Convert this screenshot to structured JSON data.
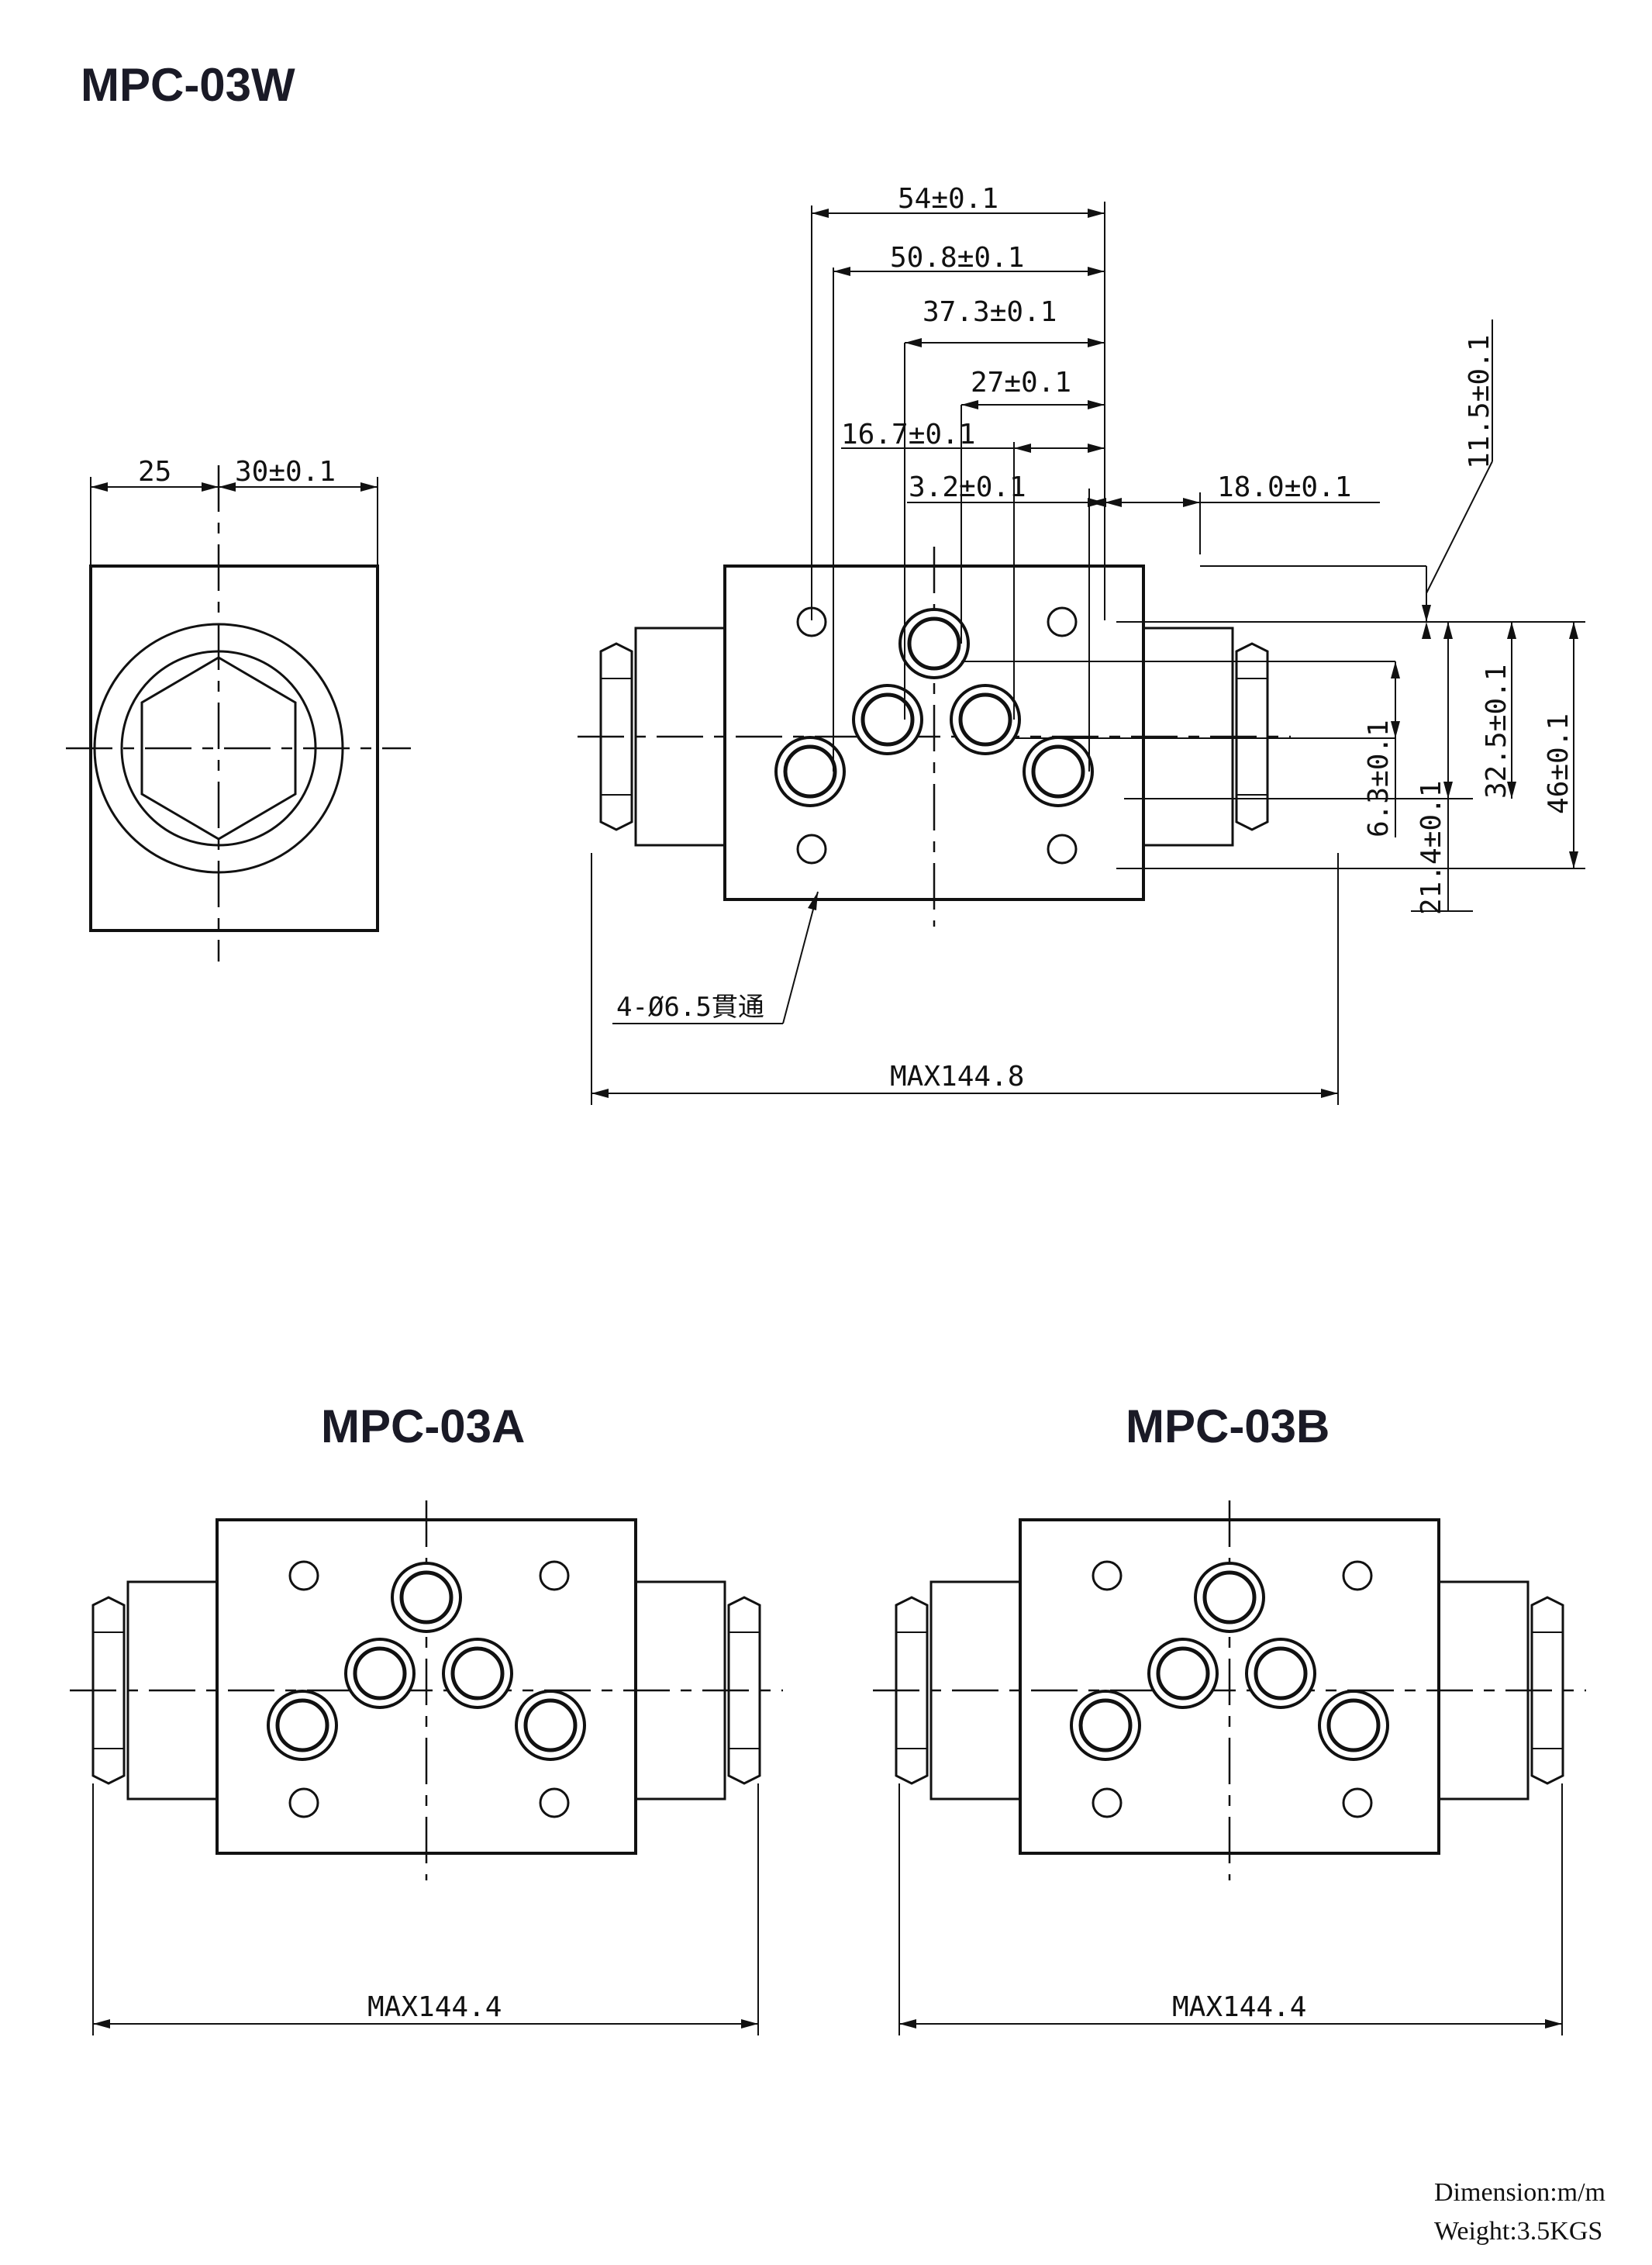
{
  "titles": {
    "top": "MPC-03W",
    "bottom_left": "MPC-03A",
    "bottom_right": "MPC-03B"
  },
  "dimensions": {
    "side_width": "25",
    "side_center": "30±0.1",
    "d54": "54±0.1",
    "d508": "50.8±0.1",
    "d373": "37.3±0.1",
    "d27": "27±0.1",
    "d167": "16.7±0.1",
    "d32": "3.2±0.1",
    "d18": "18.0±0.1",
    "d115": "11.5±0.1",
    "d63": "6.3±0.1",
    "d325": "32.5±0.1",
    "d46": "46±0.1",
    "d214": "21.4±0.1",
    "hole_note": "4-Ø6.5貫通",
    "max_w": "MAX144.8",
    "max_a": "MAX144.4",
    "max_b": "MAX144.4"
  },
  "notes": {
    "dimension_unit": "Dimension:m/m",
    "weight": "Weight:3.5KGS"
  }
}
